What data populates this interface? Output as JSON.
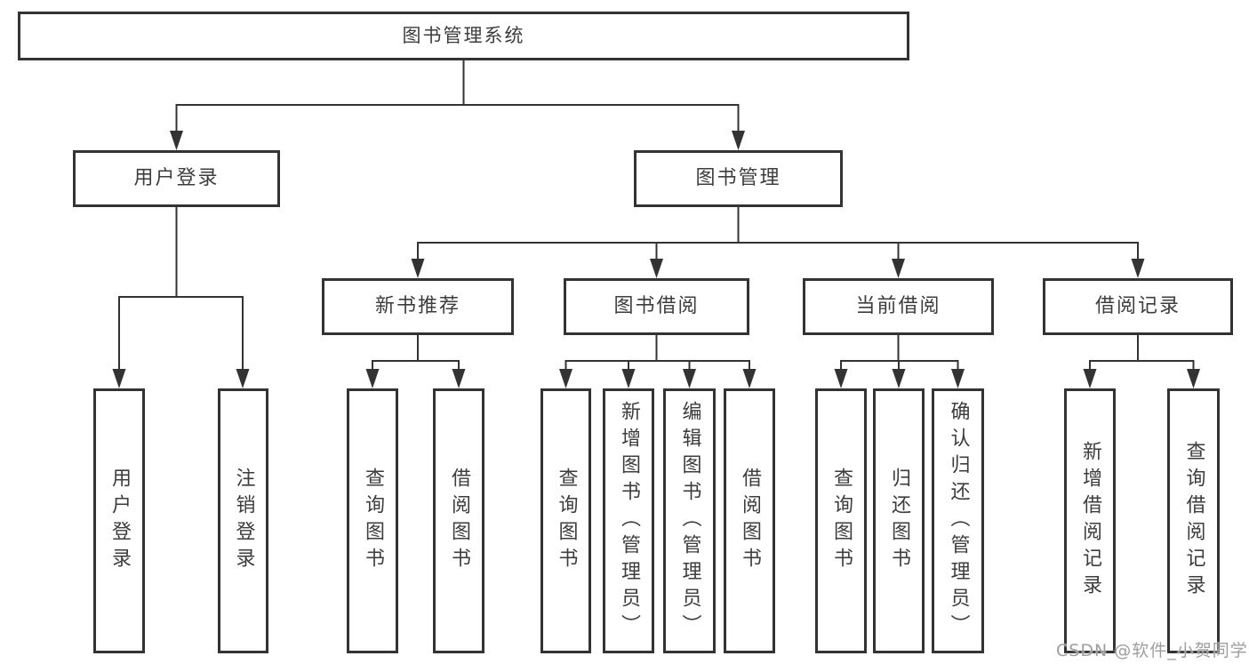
{
  "tree": {
    "label": "图书管理系统",
    "children": [
      {
        "label": "用户登录",
        "children": [
          {
            "label": "用户登录"
          },
          {
            "label": "注销登录"
          }
        ]
      },
      {
        "label": "图书管理",
        "children": [
          {
            "label": "新书推荐",
            "children": [
              {
                "label": "查询图书"
              },
              {
                "label": "借阅图书"
              }
            ]
          },
          {
            "label": "图书借阅",
            "children": [
              {
                "label": "查询图书"
              },
              {
                "label": "新增图书（管理员）"
              },
              {
                "label": "编辑图书（管理员）"
              },
              {
                "label": "借阅图书"
              }
            ]
          },
          {
            "label": "当前借阅",
            "children": [
              {
                "label": "查询图书"
              },
              {
                "label": "归还图书"
              },
              {
                "label": "确认归还（管理员）"
              }
            ]
          },
          {
            "label": "借阅记录",
            "children": [
              {
                "label": "新增借阅记录"
              },
              {
                "label": "查询借阅记录"
              }
            ]
          }
        ]
      }
    ]
  },
  "watermark": "CSDN @软件_小贺同学",
  "colors": {
    "line": "#333333",
    "box_border": "#333333",
    "box_fill": "#ffffff",
    "text": "#3d3d3d",
    "watermark": "#9e9e9e"
  }
}
